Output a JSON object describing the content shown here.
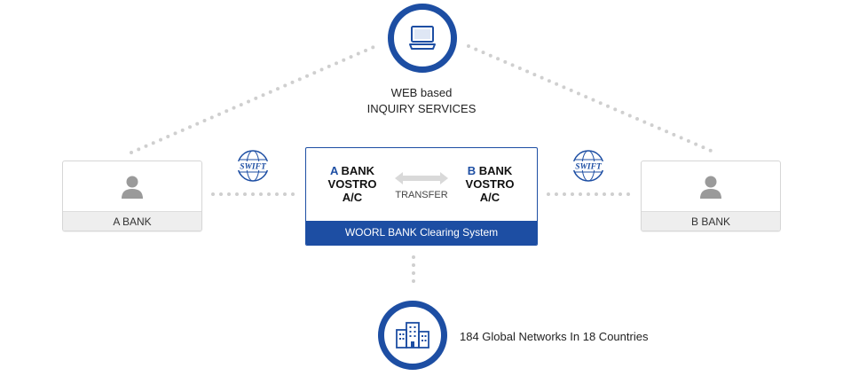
{
  "web_inquiry": {
    "line1": "WEB based",
    "line2": "INQUIRY SERVICES",
    "icon": "computer-icon"
  },
  "a_bank": {
    "label": "A BANK",
    "icon": "user-icon"
  },
  "b_bank": {
    "label": "B BANK",
    "icon": "user-icon"
  },
  "swift_label": "SWIFT",
  "clearing": {
    "left": {
      "letter": "A",
      "word": "BANK",
      "line2": "VOSTRO",
      "line3": "A/C"
    },
    "right": {
      "letter": "B",
      "word": "BANK",
      "line2": "VOSTRO",
      "line3": "A/C"
    },
    "transfer": "TRANSFER",
    "footer": "WOORL BANK Clearing System"
  },
  "network": {
    "caption": "184 Global Networks In 18 Countries",
    "icon": "buildings-icon"
  },
  "colors": {
    "accent": "#1d4ea3",
    "dots": "#cfcfcf"
  }
}
